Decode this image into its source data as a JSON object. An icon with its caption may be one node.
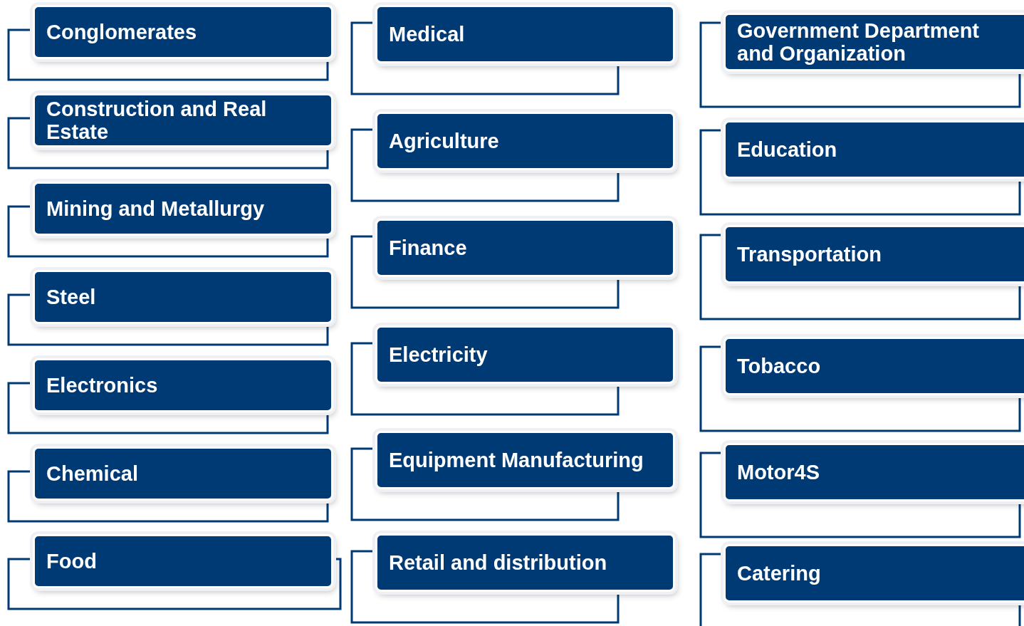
{
  "diagram": {
    "nodes": [
      {
        "text": [
          "Conglomerates"
        ]
      },
      {
        "text": [
          "Construction and Real Estate"
        ]
      },
      {
        "text": [
          "Mining and Metallurgy"
        ]
      },
      {
        "text": [
          "Steel"
        ]
      },
      {
        "text": [
          "Electronics"
        ]
      },
      {
        "text": [
          "Chemical"
        ]
      },
      {
        "text": [
          "Food"
        ]
      },
      {
        "text": [
          "Medical"
        ]
      },
      {
        "text": [
          "Agriculture"
        ]
      },
      {
        "text": [
          "Finance"
        ]
      },
      {
        "text": [
          "Electricity"
        ]
      },
      {
        "text": [
          "Equipment Manufacturing"
        ]
      },
      {
        "text": [
          "Retail and distribution"
        ]
      },
      {
        "text": [
          "Government Department and Organization"
        ]
      },
      {
        "text": [
          "Education"
        ]
      },
      {
        "text": [
          "Transportation"
        ]
      },
      {
        "text": [
          "Tobacco"
        ]
      },
      {
        "text": [
          "Motor4S"
        ]
      },
      {
        "text": [
          "Catering"
        ]
      }
    ]
  }
}
